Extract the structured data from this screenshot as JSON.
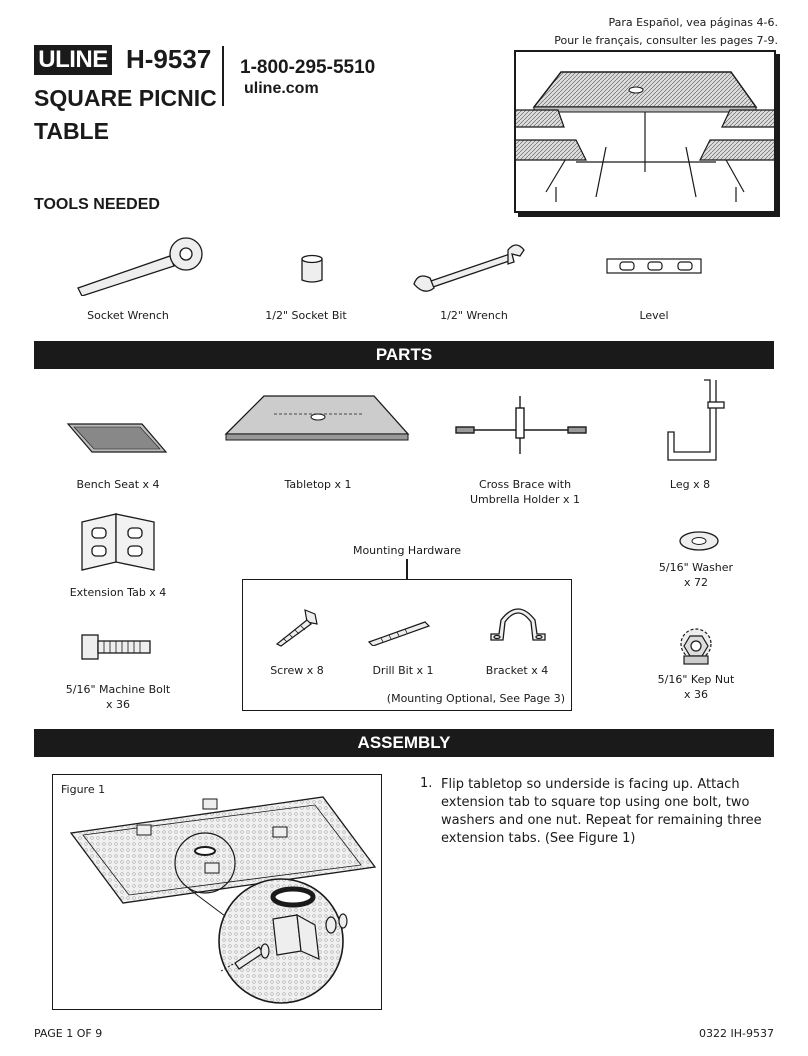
{
  "header": {
    "logo": "ULINE",
    "model": "H-9537",
    "title_line1": "SQUARE PICNIC",
    "title_line2": "TABLE",
    "phone": "1-800-295-5510",
    "website": "uline.com",
    "lang_es": "Para Español, vea páginas 4-6.",
    "lang_fr": "Pour le français, consulter les pages 7-9."
  },
  "tools": {
    "heading": "TOOLS NEEDED",
    "items": [
      "Socket Wrench",
      "1/2\" Socket Bit",
      "1/2\" Wrench",
      "Level"
    ]
  },
  "parts": {
    "heading": "PARTS",
    "bench_seat": "Bench Seat x 4",
    "tabletop": "Tabletop x 1",
    "cross_brace_1": "Cross Brace with",
    "cross_brace_2": "Umbrella Holder x 1",
    "leg": "Leg x 8",
    "extension_tab": "Extension Tab x 4",
    "washer_1": "5/16\" Washer",
    "washer_2": "x 72",
    "bolt_1": "5/16\" Machine Bolt",
    "bolt_2": "x 36",
    "kep_nut_1": "5/16\" Kep Nut",
    "kep_nut_2": "x 36",
    "mounting_hardware": {
      "label": "Mounting Hardware",
      "screw": "Screw x 8",
      "drill_bit": "Drill Bit x 1",
      "bracket": "Bracket x 4",
      "note": "(Mounting Optional, See Page 3)"
    }
  },
  "assembly": {
    "heading": "ASSEMBLY",
    "figure_label": "Figure 1",
    "step_number": "1.",
    "step_text": "Flip tabletop so underside is facing up. Attach extension tab to square top using one bolt, two washers and one nut. Repeat for remaining three extension tabs. (See Figure 1)"
  },
  "footer": {
    "page": "PAGE 1 OF 9",
    "doc_code": "0322 IH-9537"
  }
}
